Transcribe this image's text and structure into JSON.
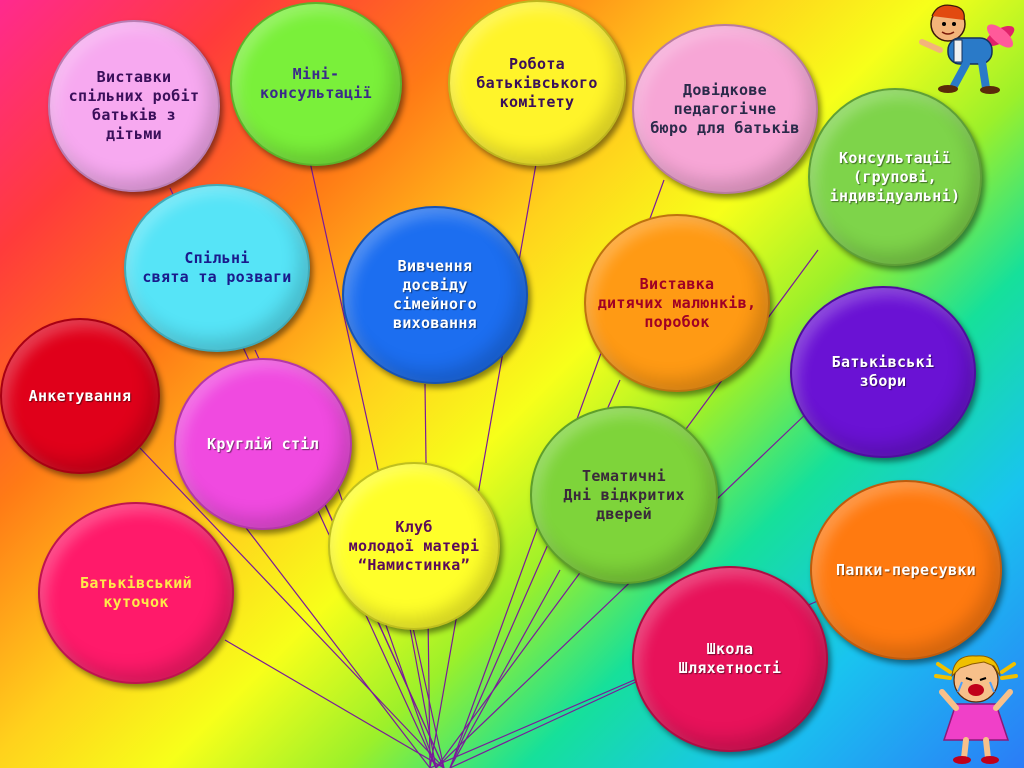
{
  "balloons": [
    {
      "id": "vystavky",
      "label": "Виставки\nспільних робіт\nбатьків з дітьми",
      "color": "#f7a9f0"
    },
    {
      "id": "mini",
      "label": "Міні-\nконсультації",
      "color": "#7af03a"
    },
    {
      "id": "robota",
      "label": "Робота\nбатьківського\nкомітету",
      "color": "#fff42a"
    },
    {
      "id": "dovidkove",
      "label": "Довідкове\nпедагогічне\nбюро для батьків",
      "color": "#f7a6d6"
    },
    {
      "id": "konsultatsii",
      "label": "Консультації\n(групові,\nіндивідуальні)",
      "color": "#7ed44a"
    },
    {
      "id": "spilni",
      "label": "Спільні\nсвята  та розваги",
      "color": "#56e4f7"
    },
    {
      "id": "vyvchennia",
      "label": "Вивчення\nдосвіду\nсімейного\nвиховання",
      "color": "#1c6ef0"
    },
    {
      "id": "vystavka_maliunkiv",
      "label": "Виставка\nдитячих малюнків,\nпоробок",
      "color": "#ff9a14"
    },
    {
      "id": "zbory",
      "label": "Батьківські\nзбори",
      "color": "#6a12d4"
    },
    {
      "id": "anketuvannia",
      "label": "Анкетування",
      "color": "#e0001a"
    },
    {
      "id": "kruglyi",
      "label": "Круглій стіл",
      "color": "#f04ae0"
    },
    {
      "id": "tematychni",
      "label": "Тематичні\nДні відкритих\nдверей",
      "color": "#7ed43a"
    },
    {
      "id": "klub",
      "label": "Клуб\nмолодої матері\n“Намистинка”",
      "color": "#ffff2a"
    },
    {
      "id": "kutochok",
      "label": "Батьківський\nкуточок",
      "color": "#ff1a6a"
    },
    {
      "id": "papky",
      "label": "Папки-пересувки",
      "color": "#ff7a10"
    },
    {
      "id": "shkola",
      "label": "Школа\nШляхетності",
      "color": "#e8125a"
    }
  ],
  "string_color": "#7a1a9a"
}
